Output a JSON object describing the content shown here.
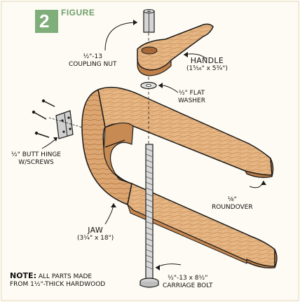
{
  "figure": {
    "number": "2",
    "word": "FIGURE"
  },
  "labels": {
    "coupling_nut": {
      "line1": "½\"-13",
      "line2": "COUPLING NUT"
    },
    "handle": {
      "line1": "HANDLE",
      "line2": "(1⁵⁄₁₆\" x 5¾\")"
    },
    "washer": {
      "line1": "½\" FLAT",
      "line2": "WASHER"
    },
    "hinge": {
      "line1": "½\" BUTT HINGE",
      "line2": "W/SCREWS"
    },
    "roundover": {
      "line1": "⅛\"",
      "line2": "ROUNDOVER"
    },
    "jaw": {
      "line1": "JAW",
      "line2": "(3¼\" x 18\")"
    },
    "bolt": {
      "line1": "½\"-13 x 8½\"",
      "line2": "CARRIAGE BOLT"
    }
  },
  "note": {
    "label": "NOTE:",
    "line1": "ALL PARTS MADE",
    "line2": "FROM 1½\"-THICK HARDWOOD"
  },
  "colors": {
    "background": "#fdfbf3",
    "badge": "#7fae7b",
    "wood_light": "#e9bd8a",
    "wood_mid": "#d9a06a",
    "wood_dark": "#b97a45",
    "outline": "#1a1a1a",
    "steel": "#d8d8d8"
  }
}
